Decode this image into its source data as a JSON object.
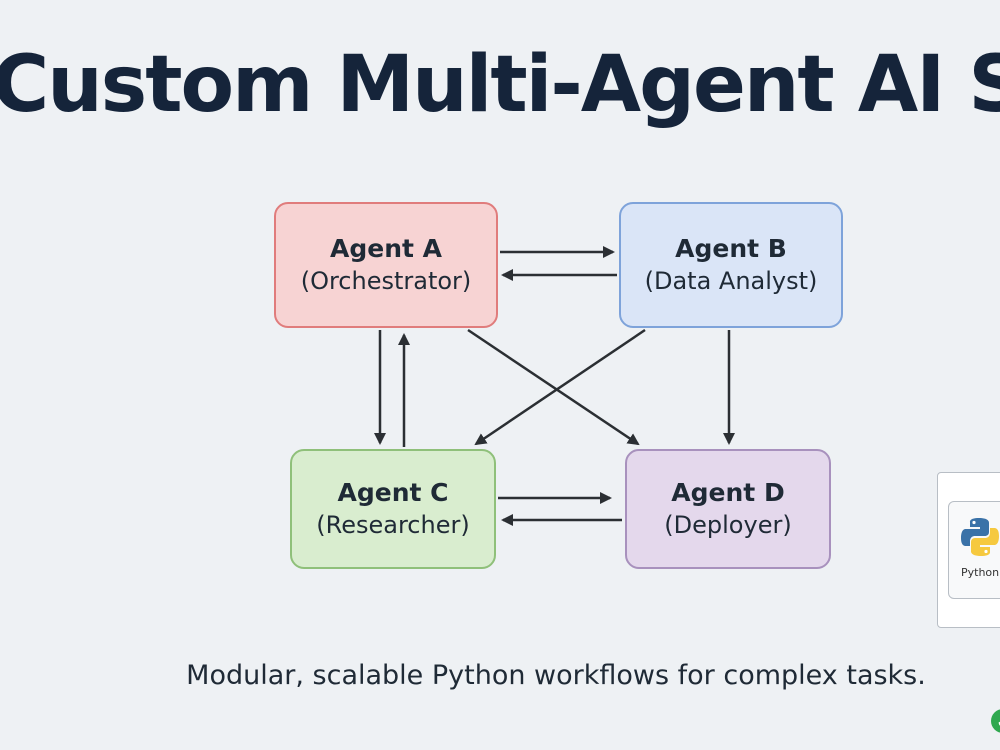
{
  "title": "Custom Multi-Agent AI System",
  "nodes": {
    "a": {
      "name": "Agent A",
      "role": "(Orchestrator)"
    },
    "b": {
      "name": "Agent B",
      "role": "(Data Analyst)"
    },
    "c": {
      "name": "Agent C",
      "role": "(Researcher)"
    },
    "d": {
      "name": "Agent D",
      "role": "(Deployer)"
    }
  },
  "edges": [
    {
      "from": "Agent A",
      "to": "Agent B"
    },
    {
      "from": "Agent B",
      "to": "Agent A"
    },
    {
      "from": "Agent A",
      "to": "Agent C"
    },
    {
      "from": "Agent C",
      "to": "Agent A"
    },
    {
      "from": "Agent A",
      "to": "Agent D"
    },
    {
      "from": "Agent B",
      "to": "Agent C"
    },
    {
      "from": "Agent B",
      "to": "Agent D"
    },
    {
      "from": "Agent C",
      "to": "Agent D"
    },
    {
      "from": "Agent D",
      "to": "Agent C"
    }
  ],
  "caption": "Modular, scalable Python workflows for complex tasks.",
  "side_card": {
    "label": "Python",
    "icon": "python-logo-icon"
  },
  "badge": {
    "icon": "checkmark-icon",
    "color": "#2fa84f"
  },
  "colors": {
    "agent_a": "#f7d3d3",
    "agent_b": "#dae5f7",
    "agent_c": "#d9edcf",
    "agent_d": "#e4d8ec",
    "arrow": "#2b2f33"
  }
}
